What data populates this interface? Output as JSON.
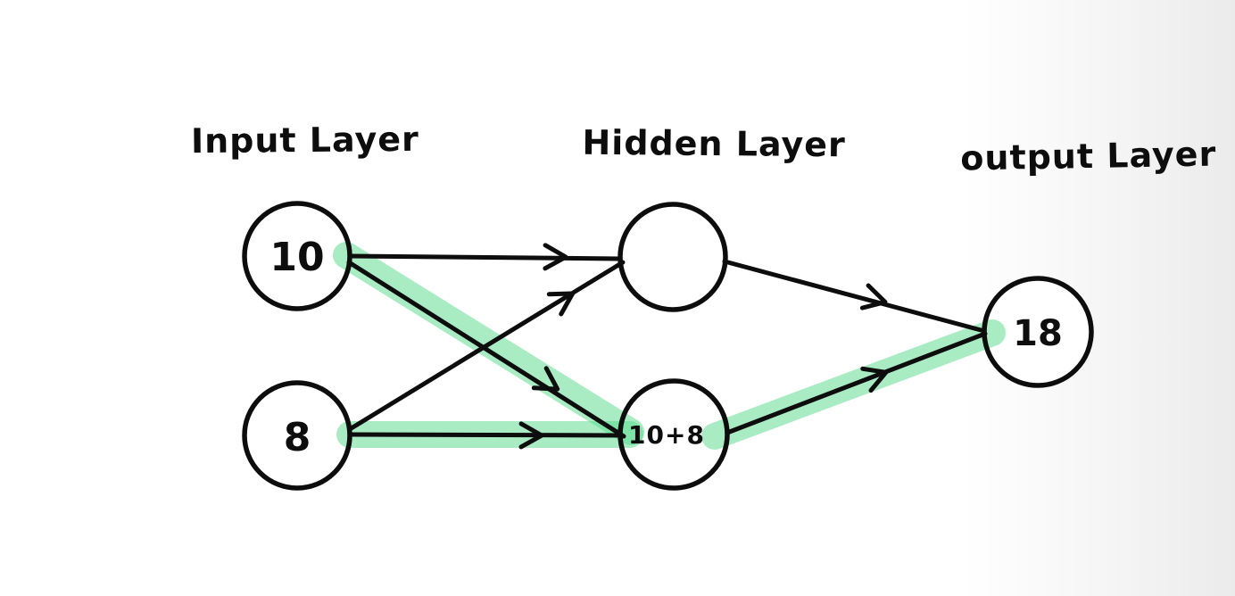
{
  "diagram": {
    "type": "hand-drawn neural network sketch",
    "layers": [
      {
        "label": "Input Layer",
        "nodes": [
          {
            "value": "10"
          },
          {
            "value": "8"
          }
        ]
      },
      {
        "label": "Hidden Layer",
        "nodes": [
          {
            "value": ""
          },
          {
            "value": "10+8"
          }
        ]
      },
      {
        "label": "output Layer",
        "nodes": [
          {
            "value": "18"
          }
        ]
      }
    ],
    "edges": [
      {
        "from": "input-node-10",
        "to": "hidden-node-top",
        "highlighted": false
      },
      {
        "from": "input-node-10",
        "to": "hidden-node-sum",
        "highlighted": true
      },
      {
        "from": "input-node-8",
        "to": "hidden-node-top",
        "highlighted": false
      },
      {
        "from": "input-node-8",
        "to": "hidden-node-sum",
        "highlighted": true
      },
      {
        "from": "hidden-node-top",
        "to": "output-node-18",
        "highlighted": false
      },
      {
        "from": "hidden-node-sum",
        "to": "output-node-18",
        "highlighted": true
      }
    ],
    "colors": {
      "ink": "#0d0d0d",
      "highlight_green": "#a9ecc4",
      "highlight_green_overlap": "#62d799",
      "background": "#ffffff",
      "background_right_edge": "#ebebeb"
    }
  }
}
